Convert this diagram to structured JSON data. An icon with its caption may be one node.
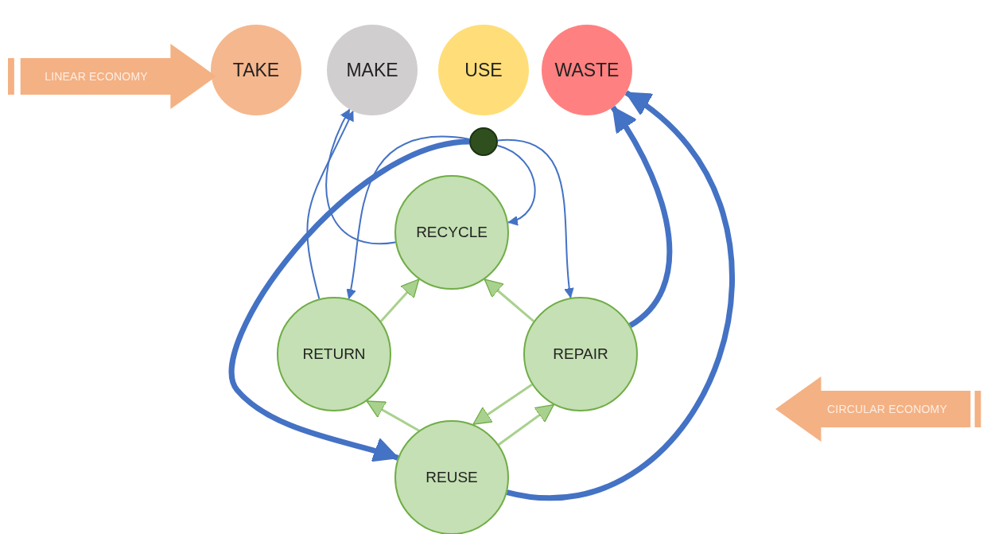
{
  "diagram": {
    "nodes": [
      {
        "text": [
          "LINEAR ECONOMY"
        ]
      },
      {
        "text": [
          "TAKE"
        ]
      },
      {
        "text": [
          "MAKE"
        ]
      },
      {
        "text": [
          "USE"
        ]
      },
      {
        "text": [
          "WASTE"
        ]
      },
      {
        "text": [],
        "shape": "circle"
      },
      {
        "text": [
          "RECYCLE"
        ]
      },
      {
        "text": [
          "RETURN"
        ]
      },
      {
        "text": [
          "REPAIR"
        ]
      },
      {
        "text": [
          "REUSE"
        ]
      },
      {
        "text": [
          "CIRCULAR ECONOMY"
        ]
      }
    ],
    "edges": [
      {
        "from": 5,
        "to": 6,
        "arrow": "to"
      },
      {
        "from": 5,
        "to": 8,
        "arrow": "to"
      },
      {
        "from": 5,
        "to": 7,
        "arrow": "to"
      },
      {
        "from": 5,
        "to": 9,
        "arrow": "to",
        "style": "thick"
      },
      {
        "from": 6,
        "to": 2,
        "arrow": "to"
      },
      {
        "from": 7,
        "to": 2,
        "arrow": "to"
      },
      {
        "from": 8,
        "to": 4,
        "arrow": "to",
        "style": "thick"
      },
      {
        "from": 9,
        "to": 4,
        "arrow": "to",
        "style": "thick"
      },
      {
        "from": 7,
        "to": 6,
        "arrow": "to",
        "color": "#a9d18e"
      },
      {
        "from": 8,
        "to": 6,
        "arrow": "to",
        "color": "#a9d18e"
      },
      {
        "from": 9,
        "to": 7,
        "arrow": "to",
        "color": "#a9d18e"
      },
      {
        "from": 8,
        "to": 9,
        "arrow": "to",
        "color": "#a9d18e"
      },
      {
        "from": 9,
        "to": 8,
        "arrow": "to",
        "color": "#a9d18e"
      }
    ]
  }
}
